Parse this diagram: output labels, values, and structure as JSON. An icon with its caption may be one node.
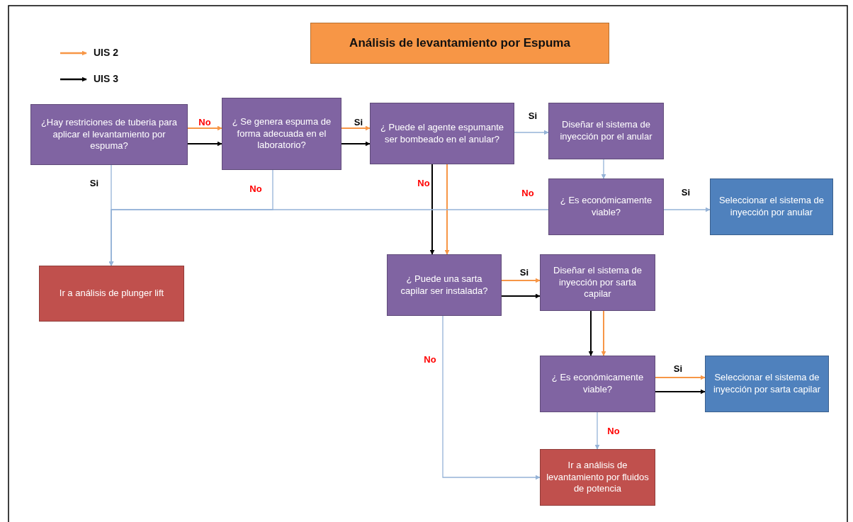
{
  "diagram": {
    "title": "Análisis de levantamiento por Espuma",
    "nodes": [
      {
        "text": [
          "¿Hay restriciones de tuberia para aplicar el levantamiento por espuma?"
        ]
      },
      {
        "text": [
          "¿ Se genera espuma de forma adecuada en el laboratorio?"
        ]
      },
      {
        "text": [
          "¿ Puede el agente espumante ser bombeado en el anular?"
        ]
      },
      {
        "text": [
          "Diseñar el sistema de inyección por el anular"
        ]
      },
      {
        "text": [
          "¿ Es económicamente viable?"
        ]
      },
      {
        "text": [
          "Seleccionar el sistema de inyección por anular"
        ]
      },
      {
        "text": [
          "Ir a análisis de plunger lift"
        ]
      },
      {
        "text": [
          "¿ Puede una sarta capilar ser instalada?"
        ]
      },
      {
        "text": [
          "Diseñar el sistema de inyección por sarta capilar"
        ]
      },
      {
        "text": [
          "¿ Es económicamente viable?"
        ]
      },
      {
        "text": [
          "Seleccionar el sistema de inyección por sarta capilar"
        ]
      },
      {
        "text": [
          "Ir a análisis de levantamiento por fluidos de potencia"
        ]
      }
    ],
    "edges": [
      {
        "from": 0,
        "to": 1,
        "arrow": "to",
        "label": "No",
        "color": "#f79646"
      },
      {
        "from": 0,
        "to": 1,
        "arrow": "to",
        "color": "#000000"
      },
      {
        "from": 0,
        "to": 6,
        "arrow": "to",
        "label": "Si"
      },
      {
        "from": 1,
        "to": 2,
        "arrow": "to",
        "label": "Si",
        "color": "#f79646"
      },
      {
        "from": 1,
        "to": 2,
        "arrow": "to",
        "color": "#000000"
      },
      {
        "from": 1,
        "to": 6,
        "arrow": "to",
        "label": "No"
      },
      {
        "from": 2,
        "to": 3,
        "arrow": "to",
        "label": "Si"
      },
      {
        "from": 2,
        "to": 7,
        "arrow": "to",
        "label": "No",
        "color": "#000000"
      },
      {
        "from": 2,
        "to": 7,
        "arrow": "to",
        "color": "#f79646"
      },
      {
        "from": 3,
        "to": 4,
        "arrow": "to"
      },
      {
        "from": 4,
        "to": 6,
        "arrow": "to",
        "label": "No"
      },
      {
        "from": 4,
        "to": 5,
        "arrow": "to",
        "label": "Si"
      },
      {
        "from": 7,
        "to": 8,
        "arrow": "to",
        "label": "Si",
        "color": "#f79646"
      },
      {
        "from": 7,
        "to": 8,
        "arrow": "to",
        "color": "#000000"
      },
      {
        "from": 7,
        "to": 11,
        "arrow": "to",
        "label": "No"
      },
      {
        "from": 8,
        "to": 9,
        "arrow": "to",
        "color": "#000000"
      },
      {
        "from": 8,
        "to": 9,
        "arrow": "to",
        "color": "#f79646"
      },
      {
        "from": 9,
        "to": 10,
        "arrow": "to",
        "label": "Si",
        "color": "#f79646"
      },
      {
        "from": 9,
        "to": 10,
        "arrow": "to",
        "color": "#000000"
      },
      {
        "from": 9,
        "to": 11,
        "arrow": "to",
        "label": "No"
      }
    ],
    "legend": [
      {
        "text": "UIS 2"
      },
      {
        "text": "UIS 3"
      }
    ]
  }
}
